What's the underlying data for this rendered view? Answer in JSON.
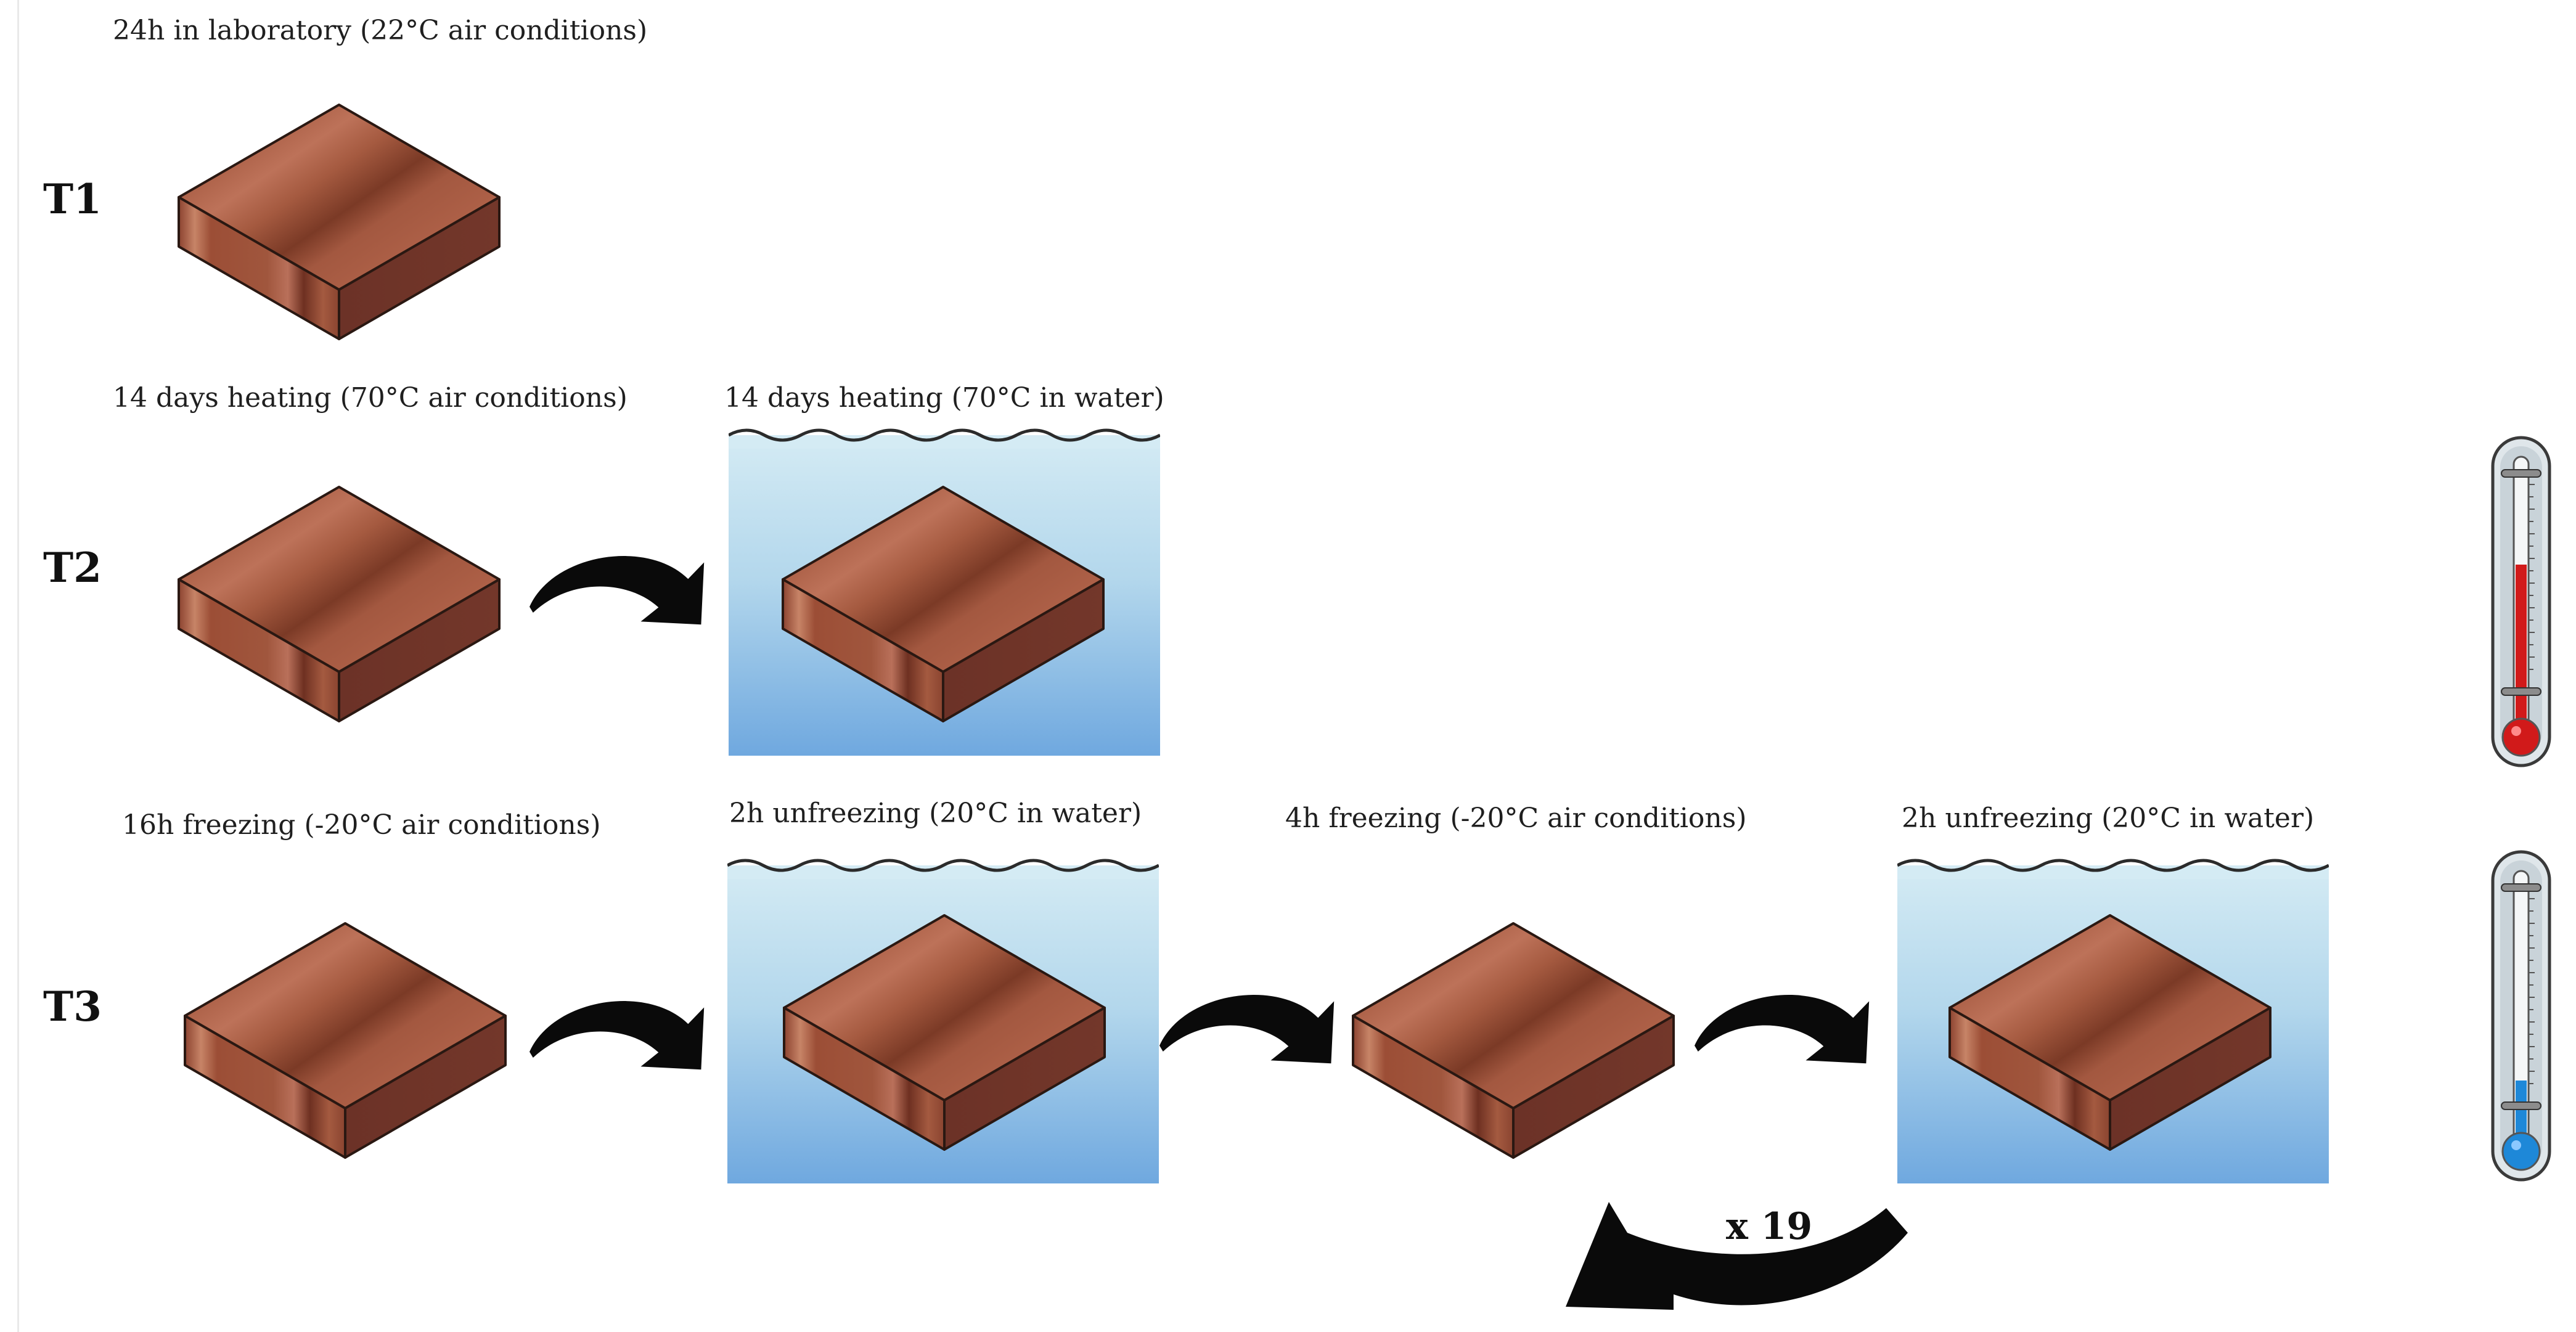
{
  "rows": [
    {
      "label": "T1"
    },
    {
      "label": "T2"
    },
    {
      "label": "T3"
    }
  ],
  "captions": {
    "t1_air": "24h in laboratory (22°C air conditions)",
    "t2_air": "14 days heating (70°C air conditions)",
    "t2_water": "14 days heating (70°C in water)",
    "t3_freeze1": "16h freezing (-20°C air conditions)",
    "t3_unfreeze1": "2h unfreezing (20°C in water)",
    "t3_freeze2": "4h freezing (-20°C air conditions)",
    "t3_unfreeze2": "2h unfreezing (20°C in water)"
  },
  "repeat_label": "x 19",
  "icons": {
    "block": "wood-block-icon",
    "arrow": "curved-arrow-icon",
    "loop_arrow": "loop-arrow-icon",
    "hot": "thermometer-hot-icon",
    "cold": "thermometer-cold-icon"
  },
  "colors": {
    "wood_top": "#a5583f",
    "wood_left": "#9c4e36",
    "wood_right": "#6f3428",
    "water_top": "#d4ebf4",
    "water_bottom": "#6fa8df",
    "hot": "#d11a1a",
    "cold": "#1e88d8"
  }
}
